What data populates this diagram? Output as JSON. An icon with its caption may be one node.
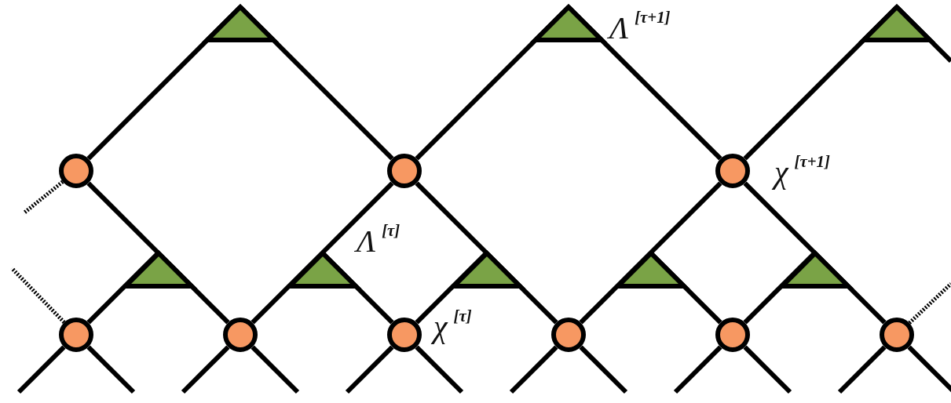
{
  "diagram": {
    "nodes": [
      {
        "text": [],
        "shape": "triangle"
      },
      {
        "text": [],
        "shape": "triangle",
        "beside": [
          "Λ$^{[τ+1]}$"
        ]
      },
      {
        "text": [],
        "shape": "triangle"
      },
      {
        "text": [],
        "shape": "circle"
      },
      {
        "text": [],
        "shape": "circle"
      },
      {
        "text": [],
        "shape": "circle",
        "beside": [
          "χ$^{[τ+1]}$"
        ]
      },
      {
        "text": [],
        "shape": "triangle"
      },
      {
        "text": [],
        "shape": "triangle",
        "beside": [
          "Λ$^{[τ]}$"
        ]
      },
      {
        "text": [],
        "shape": "triangle"
      },
      {
        "text": [],
        "shape": "triangle"
      },
      {
        "text": [],
        "shape": "triangle"
      },
      {
        "text": [],
        "shape": "circle"
      },
      {
        "text": [],
        "shape": "circle"
      },
      {
        "text": [],
        "shape": "circle",
        "beside": [
          "χ$^{[τ]}$"
        ]
      },
      {
        "text": [],
        "shape": "circle"
      },
      {
        "text": [],
        "shape": "circle"
      },
      {
        "text": [],
        "shape": "circle"
      }
    ],
    "edges": [
      {
        "from": 3,
        "to": 0,
        "arrow": "none"
      },
      {
        "from": 0,
        "to": 4,
        "arrow": "none"
      },
      {
        "from": 4,
        "to": 1,
        "arrow": "none"
      },
      {
        "from": 1,
        "to": 5,
        "arrow": "none"
      },
      {
        "from": 5,
        "to": 2,
        "arrow": "none"
      },
      {
        "from": 2,
        "to": null,
        "arrow": "none"
      },
      {
        "from": 3,
        "to": 6,
        "arrow": "none"
      },
      {
        "from": 4,
        "to": 7,
        "arrow": "none"
      },
      {
        "from": 4,
        "to": 8,
        "arrow": "none"
      },
      {
        "from": 5,
        "to": 9,
        "arrow": "none"
      },
      {
        "from": 5,
        "to": 10,
        "arrow": "none"
      },
      {
        "from": 11,
        "to": 6,
        "arrow": "none"
      },
      {
        "from": 6,
        "to": 12,
        "arrow": "none"
      },
      {
        "from": 12,
        "to": 7,
        "arrow": "none"
      },
      {
        "from": 7,
        "to": 13,
        "arrow": "none"
      },
      {
        "from": 13,
        "to": 8,
        "arrow": "none"
      },
      {
        "from": 8,
        "to": 14,
        "arrow": "none"
      },
      {
        "from": 14,
        "to": 9,
        "arrow": "none"
      },
      {
        "from": 9,
        "to": 15,
        "arrow": "none"
      },
      {
        "from": 15,
        "to": 10,
        "arrow": "none"
      },
      {
        "from": 10,
        "to": 16,
        "arrow": "none"
      },
      {
        "from": 3,
        "to": null,
        "arrow": "none",
        "style": "dashed"
      },
      {
        "from": 11,
        "to": null,
        "arrow": "none",
        "style": "dashed"
      },
      {
        "from": 16,
        "to": null,
        "arrow": "none",
        "style": "dashed"
      },
      {
        "from": 11,
        "to": null,
        "arrow": "none"
      },
      {
        "from": 11,
        "to": null,
        "arrow": "none"
      },
      {
        "from": 12,
        "to": null,
        "arrow": "none"
      },
      {
        "from": 12,
        "to": null,
        "arrow": "none"
      },
      {
        "from": 13,
        "to": null,
        "arrow": "none"
      },
      {
        "from": 13,
        "to": null,
        "arrow": "none"
      },
      {
        "from": 14,
        "to": null,
        "arrow": "none"
      },
      {
        "from": 14,
        "to": null,
        "arrow": "none"
      },
      {
        "from": 15,
        "to": null,
        "arrow": "none"
      },
      {
        "from": 15,
        "to": null,
        "arrow": "none"
      },
      {
        "from": 16,
        "to": null,
        "arrow": "none"
      },
      {
        "from": 16,
        "to": null,
        "arrow": "none"
      }
    ]
  }
}
